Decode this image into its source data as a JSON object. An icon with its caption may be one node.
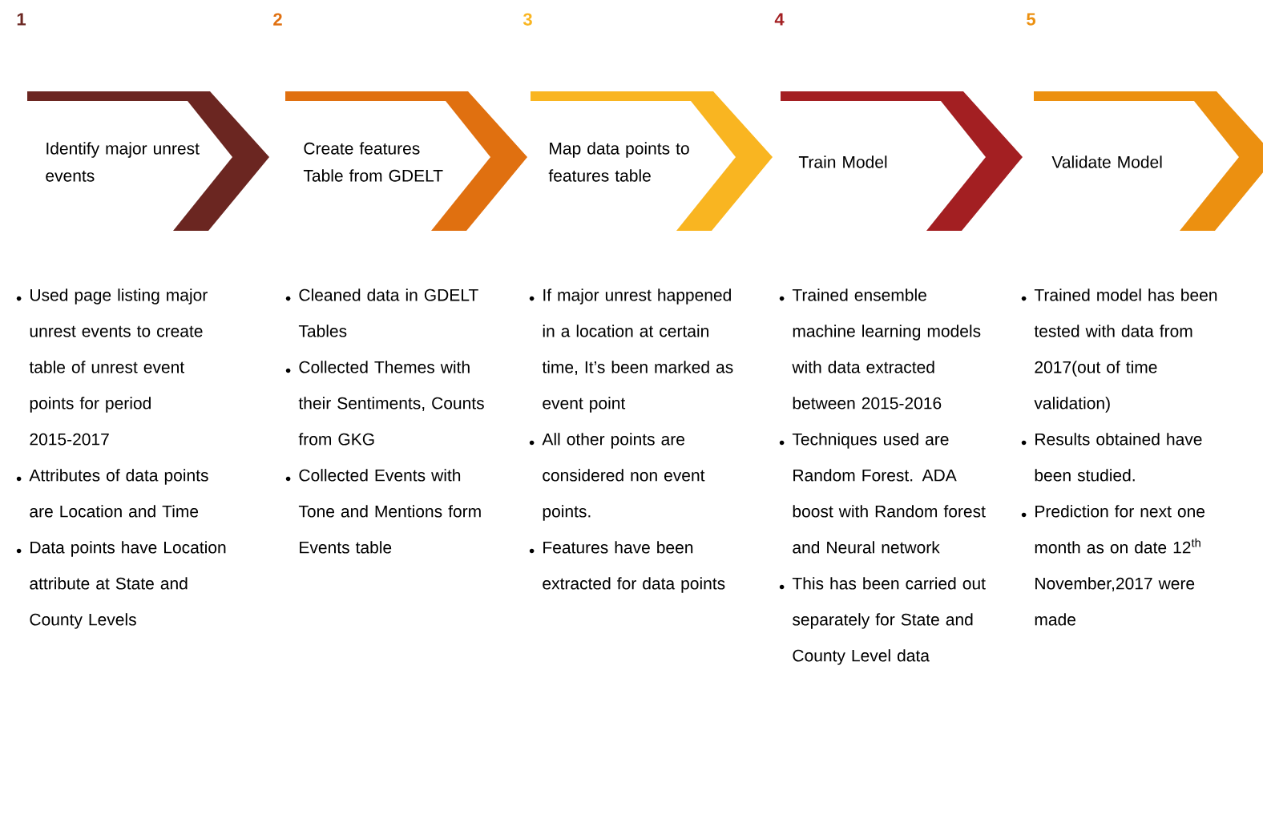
{
  "diagram": {
    "nodes": [
      {
        "text": [
          "Identify major unrest events"
        ],
        "beside": [
          "1",
          "Used page listing major unrest events to create table of unrest event points for period 2015-2017",
          "Attributes of data points are Location and Time",
          "Data points have Location attribute at State and County Levels"
        ]
      },
      {
        "text": [
          "Create features Table from GDELT"
        ],
        "beside": [
          "2",
          "Cleaned data in GDELT Tables",
          "Collected Themes with their Sentiments, Counts from GKG",
          "Collected Events with Tone and Mentions form Events table"
        ]
      },
      {
        "text": [
          "Map data points to features table"
        ],
        "beside": [
          "3",
          "If major unrest happened in a location at certain time, It’s been marked as event point",
          "All other points are considered non event points.",
          "Features have been extracted for data points"
        ]
      },
      {
        "text": [
          "Train Model"
        ],
        "beside": [
          "4",
          "Trained ensemble machine learning models with data extracted between 2015-2016",
          "Techniques used are Random Forest. ADA boost with Random forest and  Neural network",
          "This has been carried out separately for State and County Level data"
        ]
      },
      {
        "text": [
          "Validate Model"
        ],
        "beside": [
          "5",
          "Trained model has been tested with data from 2017(out of time validation)",
          "Results obtained have been studied.",
          "Prediction for next one month as on date 12$^{th}$ November,2017 were made"
        ]
      }
    ]
  }
}
